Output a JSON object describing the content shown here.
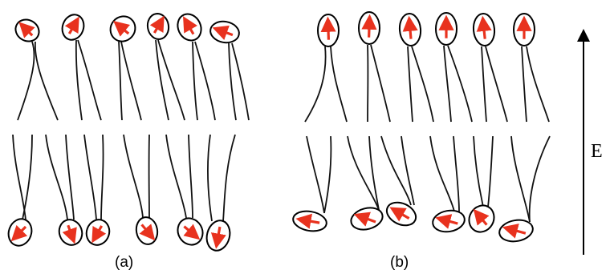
{
  "figure": {
    "panel_a_label": "(a)",
    "panel_b_label": "(b)",
    "field_label": "E",
    "colors": {
      "arrow": "#e8321e",
      "outline": "#000000",
      "tail": "#111111"
    }
  }
}
